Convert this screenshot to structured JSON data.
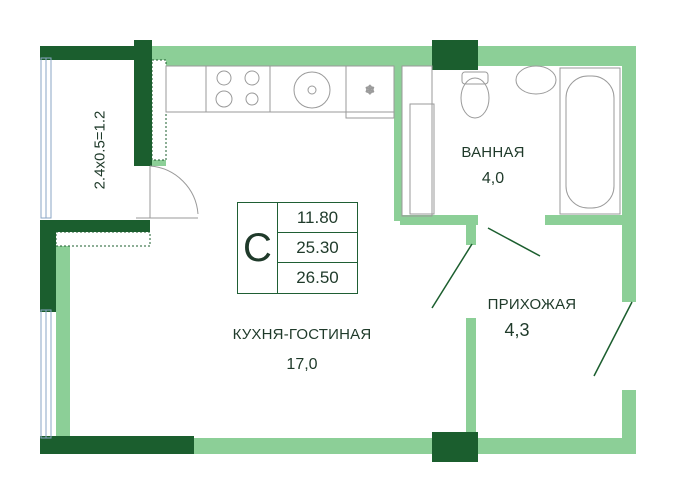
{
  "rooms": {
    "kitchen": {
      "name": "КУХНЯ-ГОСТИНАЯ",
      "area": "17,0"
    },
    "bathroom": {
      "name": "ВАННАЯ",
      "area": "4,0"
    },
    "hallway": {
      "name": "ПРИХОЖАЯ",
      "area": "4,3"
    },
    "balcony": {
      "area_formula": "2.4x0.5=1.2"
    }
  },
  "area_summary": {
    "letter": "С",
    "values": [
      "11.80",
      "25.30",
      "26.50"
    ]
  },
  "colors": {
    "wall_light": "#8ccf97",
    "wall_dark": "#1b5e2e",
    "fixture_line": "#9a9a9a",
    "text": "#1f3a2a"
  }
}
